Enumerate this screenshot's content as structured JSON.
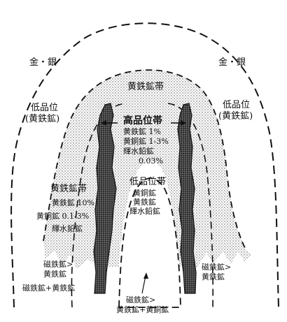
{
  "labels": {
    "gold_silver_left": "金・銀",
    "gold_silver_right": "金・銀",
    "low_grade_left": [
      "低品位",
      "(黄鉄鉱)"
    ],
    "low_grade_right": [
      "低品位",
      "(黄鉄鉱)"
    ],
    "pyrite_zone_top": "黄鉄鉱帯",
    "high_grade": {
      "title": "高品位帯",
      "lines": [
        "黄鉄鉱 1%",
        "黄銅鉱 1-3%",
        "輝水鉛鉱",
        "0.03%"
      ]
    },
    "pyrite_zone_left": {
      "title": "黄鉄鉱帯",
      "lines": [
        "黄鉄鉱 10%",
        "黄銅鉱 0.1-3%",
        "輝水鉛鉱"
      ]
    },
    "low_grade_core": {
      "title": "低品位帯",
      "lines": [
        "黄銅鉱",
        "黄鉄鉱",
        "輝水鉛鉱"
      ]
    },
    "magnetite_pyrite_left": [
      "磁鉄鉱>",
      "黄鉄鉱"
    ],
    "magnetite_plus_pyrite": "磁鉄鉱+黄鉄鉱",
    "magnetite_pyrite_right": [
      "磁鉄鉱>",
      "黄鉄鉱"
    ],
    "bottom_center": [
      "磁鉄鉱>",
      "黄鉄鉱+黄銅鉱"
    ]
  }
}
